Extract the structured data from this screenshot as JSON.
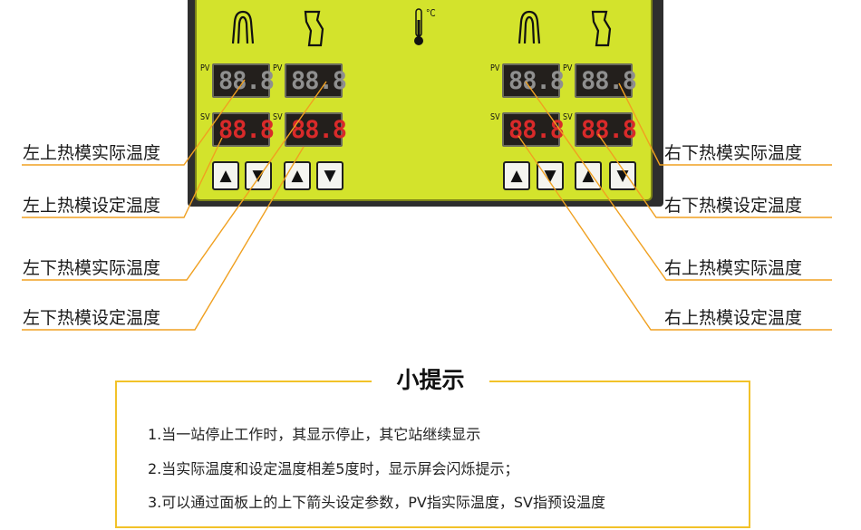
{
  "controller": {
    "pv_tag": "PV",
    "sv_tag": "SV",
    "temp_unit": "°C",
    "arrows": {
      "up": "▲",
      "down": "▼"
    },
    "icons": [
      "upper-mold-icon",
      "lower-mold-icon",
      "thermometer-icon"
    ],
    "displays": {
      "left1_pv": "88.8",
      "left2_pv": "88.8",
      "left1_sv": "88.8",
      "left2_sv": "88.8",
      "right1_pv": "88.8",
      "right2_pv": "88.8",
      "right1_sv": "88.8",
      "right2_sv": "88.8"
    }
  },
  "callouts": {
    "left": [
      "左上热模实际温度",
      "左上热模设定温度",
      "左下热模实际温度",
      "左下热模设定温度"
    ],
    "right": [
      "右下热模实际温度",
      "右下热模设定温度",
      "右上热模实际温度",
      "右上热模设定温度"
    ]
  },
  "tips": {
    "title": "小提示",
    "lines": [
      "1.当一站停止工作时，其显示停止，其它站继续显示",
      "2.当实际温度和设定温度相差5度时，显示屏会闪烁提示；",
      "3.可以通过面板上的上下箭头设定参数，PV指实际温度，SV指预设温度"
    ]
  },
  "colors": {
    "panel": "#d3e32c",
    "leader": "#f0a020",
    "display_red": "#d92a2a",
    "tip_border": "#f2c229"
  }
}
